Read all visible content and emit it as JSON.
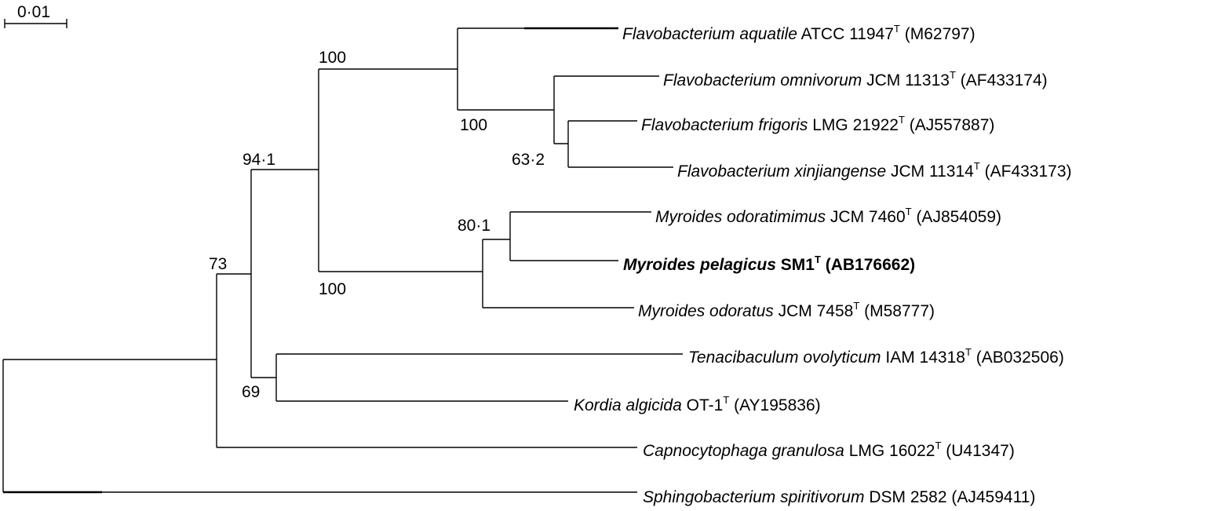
{
  "scale_bar": {
    "label": "0·01"
  },
  "taxa": [
    {
      "id": "t1",
      "genus": "Flavobacterium aquatile",
      "strain": "ATCC 11947",
      "sup": "T",
      "accession": "(M62797)",
      "bold": false
    },
    {
      "id": "t2",
      "genus": "Flavobacterium omnivorum",
      "strain": "JCM 11313",
      "sup": "T",
      "accession": "(AF433174)",
      "bold": false
    },
    {
      "id": "t3",
      "genus": "Flavobacterium frigoris",
      "strain": "LMG 21922",
      "sup": "T",
      "accession": "(AJ557887)",
      "bold": false
    },
    {
      "id": "t4",
      "genus": "Flavobacterium xinjiangense",
      "strain": "JCM 11314",
      "sup": "T",
      "accession": "(AF433173)",
      "bold": false
    },
    {
      "id": "t5",
      "genus": "Myroides odoratimimus",
      "strain": "JCM 7460",
      "sup": "T",
      "accession": "(AJ854059)",
      "bold": false
    },
    {
      "id": "t6",
      "genus": "Myroides pelagicus",
      "strain": "SM1",
      "sup": "T",
      "accession": "(AB176662)",
      "bold": true
    },
    {
      "id": "t7",
      "genus": "Myroides odoratus",
      "strain": "JCM 7458",
      "sup": "T",
      "accession": "(M58777)",
      "bold": false
    },
    {
      "id": "t8",
      "genus": "Tenacibaculum ovolyticum",
      "strain": "IAM 14318",
      "sup": "T",
      "accession": "(AB032506)",
      "bold": false
    },
    {
      "id": "t9",
      "genus": "Kordia algicida",
      "strain": "OT-1",
      "sup": "T",
      "accession": "(AY195836)",
      "bold": false
    },
    {
      "id": "t10",
      "genus": "Capnocytophaga granulosa",
      "strain": "LMG 16022",
      "sup": "T",
      "accession": "(U41347)",
      "bold": false
    },
    {
      "id": "t11",
      "genus": "Sphingobacterium spiritivorum",
      "strain": "DSM 2582",
      "sup": "",
      "accession": "(AJ459411)",
      "bold": false
    }
  ],
  "support_values": [
    {
      "id": "s_flavo_outer",
      "value": "100"
    },
    {
      "id": "s_flavo_inner",
      "value": "100"
    },
    {
      "id": "s_flavo_632",
      "value": "63·2"
    },
    {
      "id": "s_941",
      "value": "94·1"
    },
    {
      "id": "s_myroides_801",
      "value": "80·1"
    },
    {
      "id": "s_myroides",
      "value": "100"
    },
    {
      "id": "s_73",
      "value": "73"
    },
    {
      "id": "s_69",
      "value": "69"
    }
  ]
}
